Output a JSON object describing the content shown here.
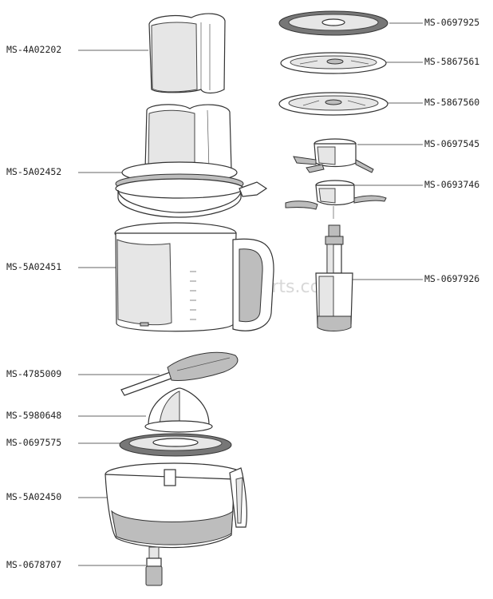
{
  "watermark": "eReplacementParts.com",
  "labels_left": [
    {
      "id": "label-left-1",
      "text": "MS-4A02202"
    },
    {
      "id": "label-left-2",
      "text": "MS-5A02452"
    },
    {
      "id": "label-left-3",
      "text": "MS-5A02451"
    },
    {
      "id": "label-left-4",
      "text": "MS-4785009"
    },
    {
      "id": "label-left-5",
      "text": "MS-5980648"
    },
    {
      "id": "label-left-6",
      "text": "MS-0697575"
    },
    {
      "id": "label-left-7",
      "text": "MS-5A02450"
    },
    {
      "id": "label-left-8",
      "text": "MS-0678707"
    }
  ],
  "labels_right": [
    {
      "id": "label-right-1",
      "text": "MS-0697925"
    },
    {
      "id": "label-right-2",
      "text": "MS-5867561"
    },
    {
      "id": "label-right-3",
      "text": "MS-5867560"
    },
    {
      "id": "label-right-4",
      "text": "MS-0697545"
    },
    {
      "id": "label-right-5",
      "text": "MS-0693746"
    },
    {
      "id": "label-right-6",
      "text": "MS-0697926"
    }
  ]
}
